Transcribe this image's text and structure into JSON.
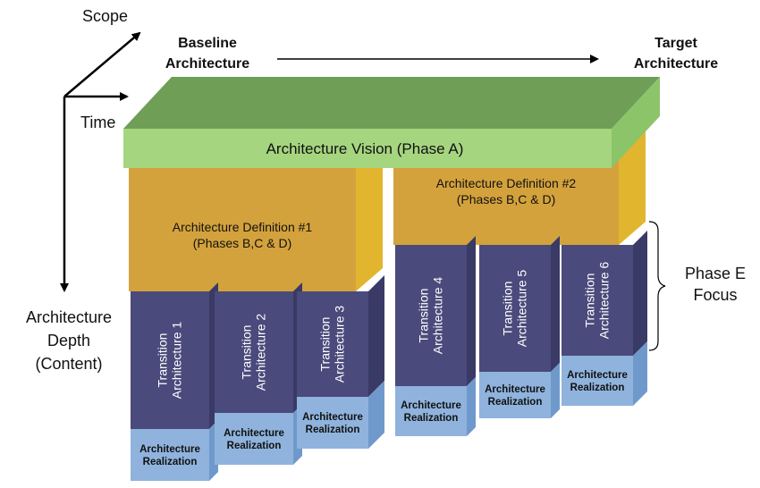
{
  "axes": {
    "scope": "Scope",
    "time": "Time",
    "depth_lines": [
      "Architecture",
      "Depth",
      "(Content)"
    ]
  },
  "baseline_lines": [
    "Baseline",
    "Architecture"
  ],
  "target_lines": [
    "Target",
    "Architecture"
  ],
  "vision": "Architecture Vision (Phase A)",
  "definition_1": [
    "Architecture Definition #1",
    "(Phases B,C & D)"
  ],
  "definition_2": [
    "Architecture Definition #2",
    "(Phases B,C & D)"
  ],
  "transitions": [
    [
      "Transition",
      "Architecture 1"
    ],
    [
      "Transition",
      "Architecture 2"
    ],
    [
      "Transition",
      "Architecture 3"
    ],
    [
      "Transition",
      "Architecture 4"
    ],
    [
      "Transition",
      "Architecture 5"
    ],
    [
      "Transition",
      "Architecture 6"
    ]
  ],
  "realization_lines": [
    "Architecture",
    "Realization"
  ],
  "phase_e_lines": [
    "Phase E",
    "Focus"
  ],
  "colors": {
    "vision_front": "#a6d57f",
    "vision_top": "#6f9e57",
    "vision_side": "#8cc46a",
    "definition_front": "#d4a23c",
    "definition_side": "#e2b52e",
    "transition_front": "#4a4a7c",
    "transition_side": "#3a3a66",
    "realization_front": "#8fb3dd",
    "realization_side": "#6f99cb"
  }
}
